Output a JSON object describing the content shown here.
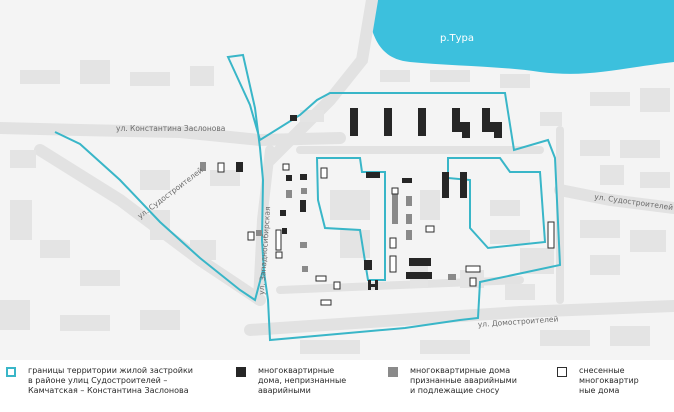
{
  "map": {
    "river_label": "р.Тура",
    "streets": {
      "zaslonova": "ул. Константина Заслонова",
      "sudostroiteley_west": "ул. Судостроителей",
      "sudostroiteley_east": "ул. Судостроителей",
      "zapadnosibirskaya": "ул. Западносибирская",
      "domostroiteley": "ул. Домостроителей"
    },
    "colors": {
      "water": "#3cc0dd",
      "boundary": "#39b6c8",
      "road": "#e4e4e4",
      "building_bg": "#e6e6e6",
      "sound_building": "#262626",
      "emergency_building": "#8a8a8a",
      "demolished_building": "#ffffff"
    }
  },
  "legend": {
    "boundary": "границы территории жилой застройки\nв районе улиц Судостроителей –\nКамчатская – Константина Заслонова",
    "sound": "многоквартирные\nдома, непризнанные\nаварийными",
    "emergency": "многоквартирные дома\nпризнанные аварийными\nи подлежащие сносу",
    "demolished": "снесенные\nмногоквартир\nные дома"
  }
}
